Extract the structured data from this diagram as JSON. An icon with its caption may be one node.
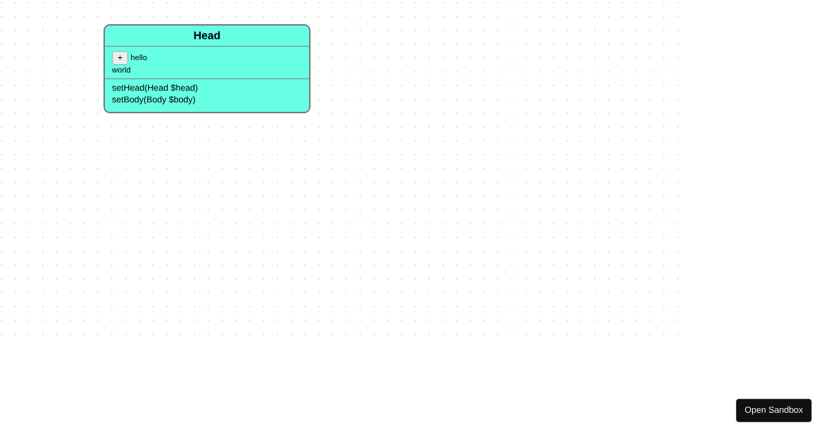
{
  "diagram": {
    "nodes": [
      {
        "text": [
          "Head",
          "hello",
          "world",
          "setHead(Head $head)",
          "setBody(Body $body)"
        ]
      }
    ],
    "labels": [
      "+",
      "Open Sandbox"
    ]
  }
}
